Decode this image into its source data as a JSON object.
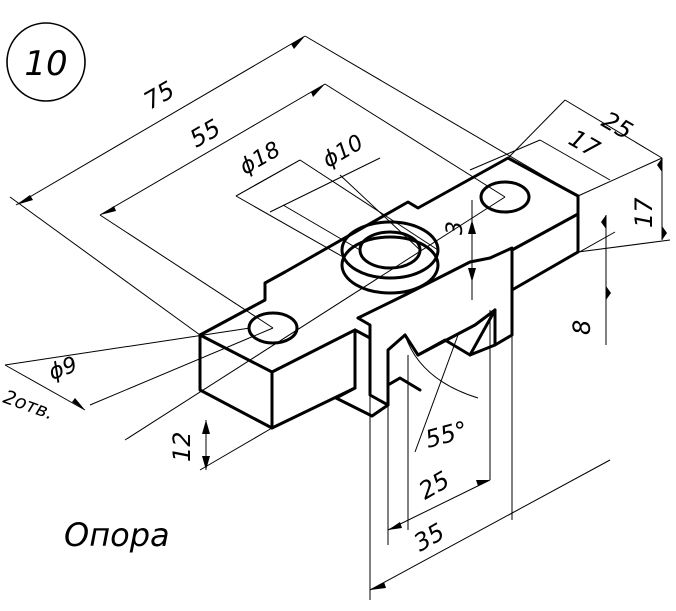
{
  "sheet": {
    "number": "10",
    "title": "Опора"
  },
  "dimensions": {
    "overall_length": "75",
    "hole_spacing": "55",
    "boss_outer_diameter": "ϕ18",
    "boss_inner_diameter": "ϕ10",
    "overall_width": "25",
    "slot_width_top": "17",
    "overall_height": "17",
    "boss_height": "3",
    "base_height": "8",
    "arm_height": "12",
    "side_hole_diameter": "ϕ9",
    "side_hole_count": "2отв.",
    "groove_angle": "55°",
    "groove_width": "25",
    "block_width": "35"
  }
}
